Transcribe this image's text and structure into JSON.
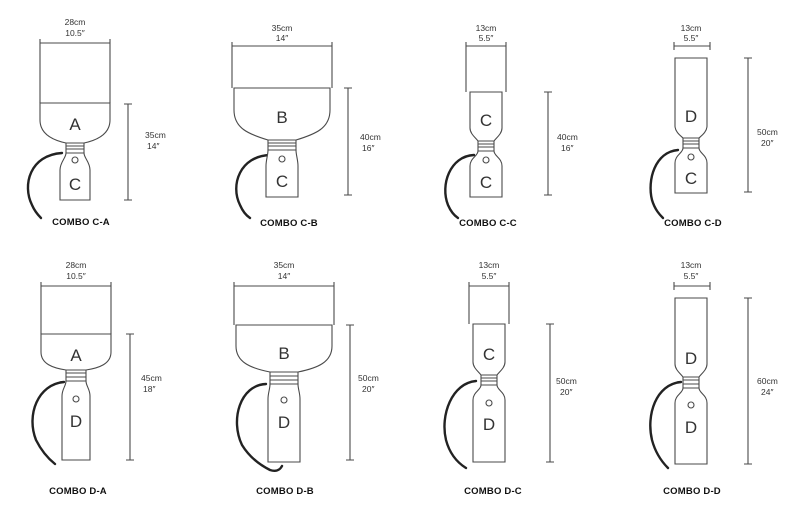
{
  "combos": [
    {
      "caption": "COMBO C-A",
      "width_cm": "28cm",
      "width_in": "10.5″",
      "height_cm": "35cm",
      "height_in": "14″",
      "top_part": "A",
      "bottom_part": "C"
    },
    {
      "caption": "COMBO C-B",
      "width_cm": "35cm",
      "width_in": "14″",
      "height_cm": "40cm",
      "height_in": "16″",
      "top_part": "B",
      "bottom_part": "C"
    },
    {
      "caption": "COMBO C-C",
      "width_cm": "13cm",
      "width_in": "5.5″",
      "height_cm": "40cm",
      "height_in": "16″",
      "top_part": "C",
      "bottom_part": "C"
    },
    {
      "caption": "COMBO C-D",
      "width_cm": "13cm",
      "width_in": "5.5″",
      "height_cm": "50cm",
      "height_in": "20″",
      "top_part": "D",
      "bottom_part": "C"
    },
    {
      "caption": "COMBO D-A",
      "width_cm": "28cm",
      "width_in": "10.5″",
      "height_cm": "45cm",
      "height_in": "18″",
      "top_part": "A",
      "bottom_part": "D"
    },
    {
      "caption": "COMBO D-B",
      "width_cm": "35cm",
      "width_in": "14″",
      "height_cm": "50cm",
      "height_in": "20″",
      "top_part": "B",
      "bottom_part": "D"
    },
    {
      "caption": "COMBO D-C",
      "width_cm": "13cm",
      "width_in": "5.5″",
      "height_cm": "50cm",
      "height_in": "20″",
      "top_part": "C",
      "bottom_part": "D"
    },
    {
      "caption": "COMBO D-D",
      "width_cm": "13cm",
      "width_in": "5.5″",
      "height_cm": "60cm",
      "height_in": "24″",
      "top_part": "D",
      "bottom_part": "D"
    }
  ]
}
